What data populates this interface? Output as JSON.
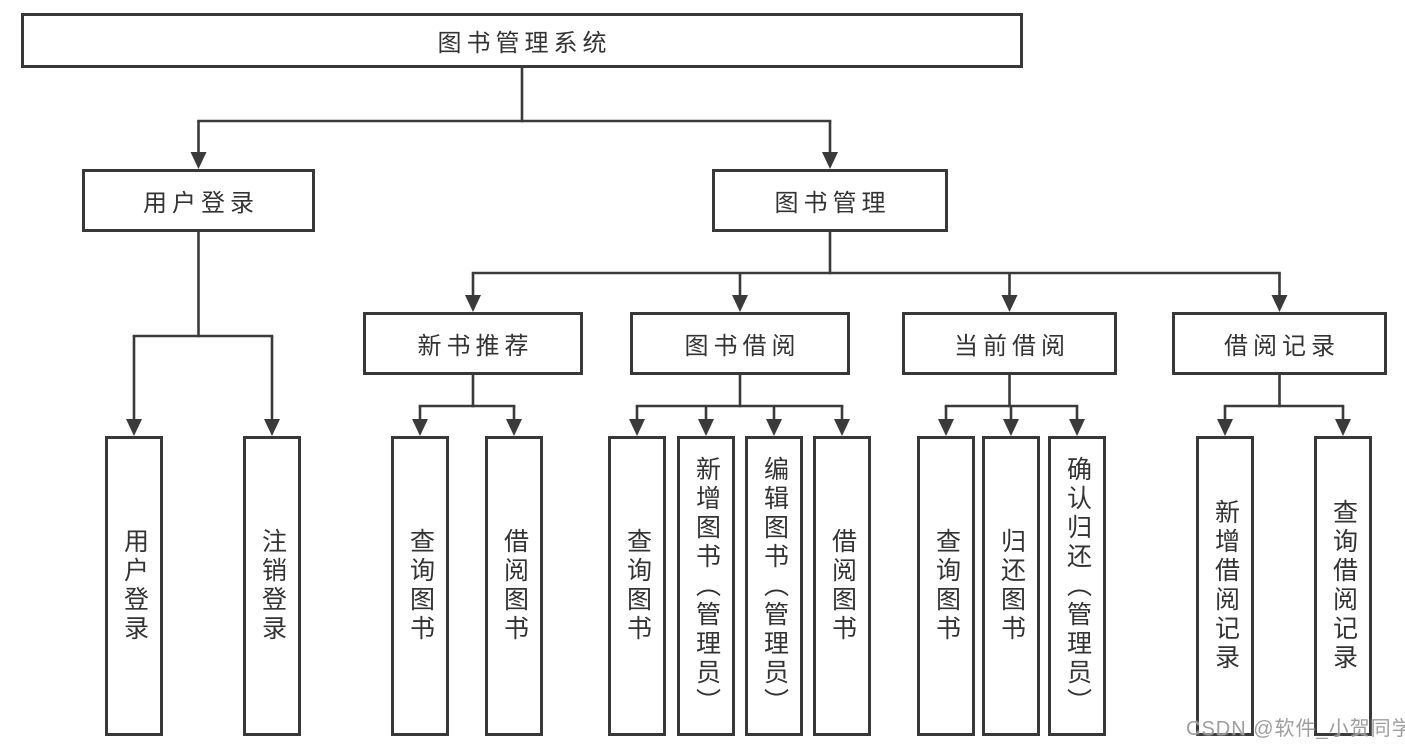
{
  "diagram_title": "图书管理系统",
  "nodes": {
    "root": "图书管理系统",
    "user_login": "用户登录",
    "book_mgmt": "图书管理",
    "new_book": "新书推荐",
    "book_borrow": "图书借阅",
    "current_borrow": "当前借阅",
    "borrow_record": "借阅记录",
    "leaf_user_login": "用户登录",
    "leaf_logout": "注销登录",
    "nb_query": "查询图书",
    "nb_borrow": "借阅图书",
    "bb_query": "查询图书",
    "bb_add": "新增图书（管理员）",
    "bb_edit": "编辑图书（管理员）",
    "bb_borrow": "借阅图书",
    "cb_query": "查询图书",
    "cb_return": "归还图书",
    "cb_confirm": "确认归还（管理员）",
    "br_add": "新增借阅记录",
    "br_query": "查询借阅记录"
  },
  "watermark": {
    "text": "CSDN @软件_小贺同学"
  },
  "colors": {
    "background": "#ffffff",
    "line": "#3a3a3a",
    "box_border": "#383838",
    "text": "#333333",
    "watermark": "#969696"
  }
}
